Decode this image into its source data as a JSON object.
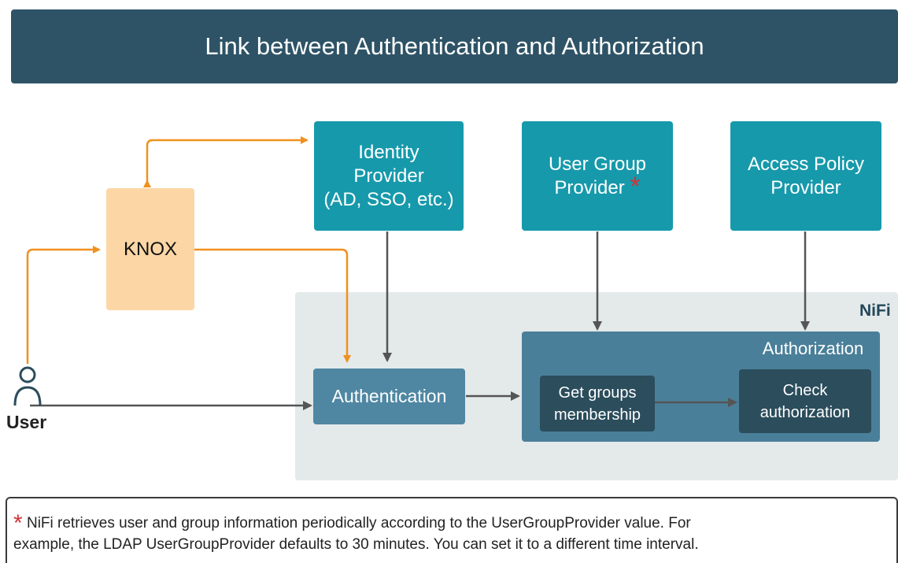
{
  "title": "Link between Authentication and Authorization",
  "nodes": {
    "identity_provider": [
      "Identity",
      "Provider",
      "(AD, SSO, etc.)"
    ],
    "user_group_provider": [
      "User Group",
      "Provider"
    ],
    "user_group_marker": "*",
    "access_policy_provider": [
      "Access Policy",
      "Provider"
    ],
    "knox": "KNOX",
    "nifi": "NiFi",
    "authorization": "Authorization",
    "authentication": "Authentication",
    "get_groups": [
      "Get groups",
      "membership"
    ],
    "check_authorization": [
      "Check",
      "authorization"
    ],
    "user": "User"
  },
  "footnote": {
    "marker": "*",
    "line1": " NiFi retrieves user and group information periodically according to the UserGroupProvider value. For",
    "line2": "example, the LDAP UserGroupProvider defaults to 30 minutes. You can set it to a different time interval."
  },
  "colors": {
    "banner": "#2e5366",
    "provider": "#1699ab",
    "knox": "#fdd6a6",
    "nifi_area": "#e4e9ea",
    "authorization": "#4a7f99",
    "authentication": "#4f87a3",
    "inner_step": "#2b4d5c",
    "orange_arrow": "#f0901f",
    "gray_arrow": "#555555",
    "marker": "#d0333a"
  },
  "icons": {
    "user": "user-icon"
  }
}
